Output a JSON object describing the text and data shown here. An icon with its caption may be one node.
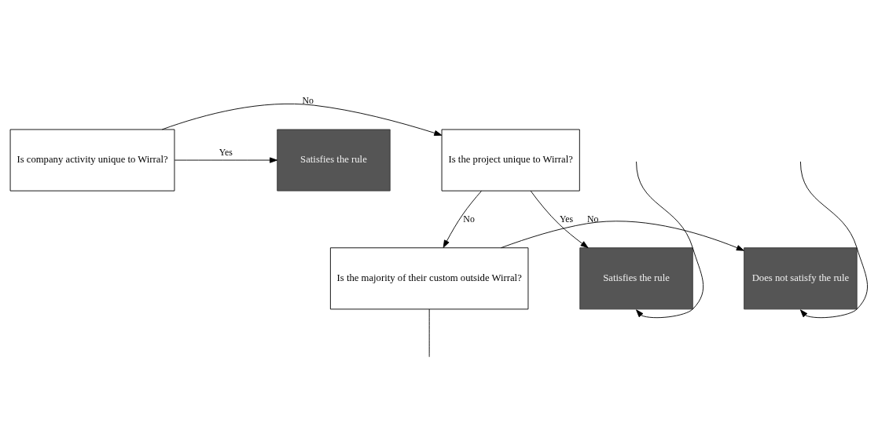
{
  "diagram": {
    "nodes": [
      {
        "text": [
          "Is company activity unique to Wirral?"
        ]
      },
      {
        "text": [
          "Is the project unique to Wirral?"
        ]
      },
      {
        "text": [
          "Satisfies the rule"
        ]
      },
      {
        "text": [
          "Satisfies the rule"
        ]
      },
      {
        "text": [
          "Is the majority of their custom outside Wirral?"
        ]
      },
      {
        "text": [
          "Does not satisfy the rule"
        ]
      }
    ],
    "edges": [
      {
        "from": 0,
        "to": 1,
        "arrow": "to",
        "label": "No"
      },
      {
        "from": 0,
        "to": 2,
        "arrow": "to",
        "label": "Yes"
      },
      {
        "from": 1,
        "to": 3,
        "arrow": "to",
        "label": "Yes"
      },
      {
        "from": 1,
        "to": 4,
        "arrow": "to",
        "label": "No"
      },
      {
        "from": 4,
        "to": 5,
        "arrow": "to",
        "label": "No"
      },
      {
        "from": null,
        "to": 3,
        "arrow": "to"
      },
      {
        "from": 4,
        "to": null,
        "arrow": "none"
      },
      {
        "from": null,
        "to": 5,
        "arrow": "to"
      }
    ]
  }
}
